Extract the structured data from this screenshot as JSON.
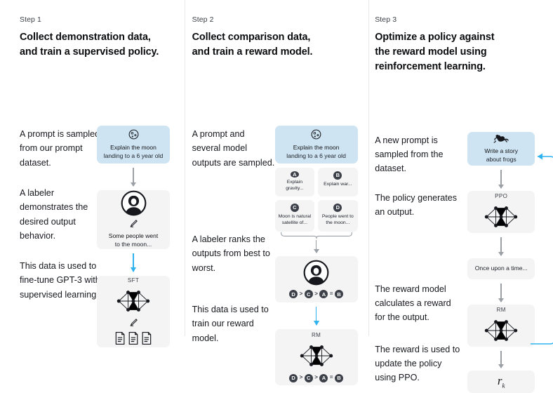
{
  "steps": [
    {
      "label": "Step 1",
      "title_line1": "Collect demonstration data,",
      "title_line2": "and train a supervised policy.",
      "prose": [
        "A prompt is sampled from our prompt dataset.",
        "A labeler demonstrates the desired output behavior.",
        "This data is used to fine-tune GPT-3 with supervised learning."
      ],
      "flow": {
        "prompt_card": {
          "icon": "moon-icon",
          "text_line1": "Explain the moon",
          "text_line2": "landing to a 6 year old"
        },
        "labeler_card": {
          "icon": "person-icon",
          "pencil": "pencil-icon",
          "text_line1": "Some people went",
          "text_line2": "to the moon..."
        },
        "model_card": {
          "tag": "SFT",
          "icon": "neural-network-icon",
          "pencil": "pencil-icon",
          "docs": "documents-icon"
        }
      }
    },
    {
      "label": "Step 2",
      "title_line1": "Collect comparison data,",
      "title_line2": "and train a reward model.",
      "prose": [
        "A prompt and several model outputs are sampled.",
        "A labeler ranks the outputs from best to worst.",
        "This data is used to train our reward model."
      ],
      "flow": {
        "prompt_card": {
          "icon": "moon-icon",
          "text_line1": "Explain the moon",
          "text_line2": "landing to a 6 year old"
        },
        "options": [
          {
            "key": "A",
            "text": "Explain gravity..."
          },
          {
            "key": "B",
            "text": "Explain war..."
          },
          {
            "key": "C",
            "text": "Moon is natural satellite of..."
          },
          {
            "key": "D",
            "text": "People went to the moon..."
          }
        ],
        "ranking_card": {
          "icon": "person-icon",
          "ranking": [
            "D",
            ">",
            "C",
            ">",
            "A",
            "=",
            "B"
          ]
        },
        "rm_card": {
          "tag": "RM",
          "icon": "neural-network-icon",
          "ranking": [
            "D",
            ">",
            "C",
            ">",
            "A",
            "=",
            "B"
          ]
        }
      }
    },
    {
      "label": "Step 3",
      "title_line1": "Optimize a policy against",
      "title_line2": "the reward model using",
      "title_line3": "reinforcement learning.",
      "prose": [
        "A new prompt is sampled from the dataset.",
        "The policy generates an output.",
        "The reward model calculates a reward for the output.",
        "The reward is used to update the policy using PPO."
      ],
      "flow": {
        "prompt_card": {
          "icon": "frog-icon",
          "text_line1": "Write a story",
          "text_line2": "about frogs"
        },
        "ppo_card": {
          "tag": "PPO",
          "icon": "neural-network-icon"
        },
        "output_card": {
          "text": "Once upon a time..."
        },
        "rm_card": {
          "tag": "RM",
          "icon": "neural-network-icon"
        },
        "reward_card": {
          "symbol": "r",
          "subscript": "k"
        }
      }
    }
  ],
  "colors": {
    "prompt_blue": "#cfe4f2",
    "card_gray": "#f4f4f5",
    "arrow_gray": "#9aa0a6",
    "arrow_blue": "#2eb3f0",
    "badge_dark": "#3c4048",
    "divider": "#e8e8e8"
  }
}
